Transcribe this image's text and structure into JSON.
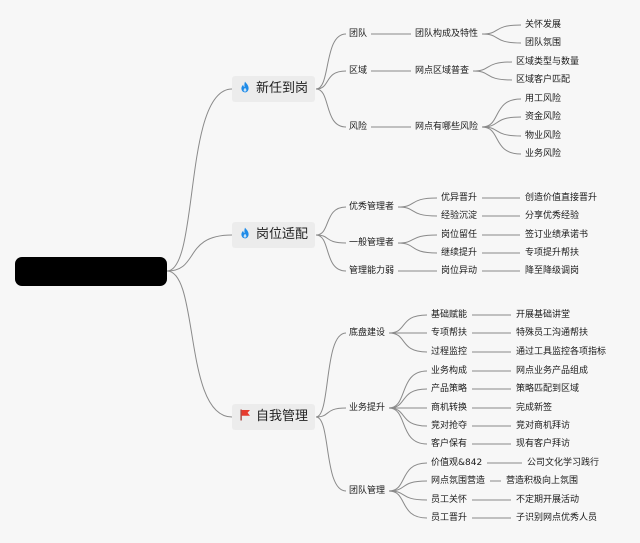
{
  "root": {
    "label": ""
  },
  "icons": {
    "fire_color": "#1e8be8",
    "flag_color": "#e63a2e"
  },
  "line_color": "#8a8a8a",
  "branches": [
    {
      "label": "新任到岗",
      "icon": "fire-icon",
      "children": [
        {
          "label": "团队",
          "children": [
            {
              "label": "团队构成及特性",
              "children": [
                {
                  "label": "关怀发展"
                },
                {
                  "label": "团队氛围"
                }
              ]
            }
          ]
        },
        {
          "label": "区域",
          "children": [
            {
              "label": "网点区域普查",
              "children": [
                {
                  "label": "区域类型与数量"
                },
                {
                  "label": "区域客户匹配"
                }
              ]
            }
          ]
        },
        {
          "label": "风险",
          "children": [
            {
              "label": "网点有哪些风险",
              "children": [
                {
                  "label": "用工风险"
                },
                {
                  "label": "资金风险"
                },
                {
                  "label": "物业风险"
                },
                {
                  "label": "业务风险"
                }
              ]
            }
          ]
        }
      ]
    },
    {
      "label": "岗位适配",
      "icon": "fire-icon",
      "children": [
        {
          "label": "优秀管理者",
          "children": [
            {
              "label": "优异晋升",
              "children": [
                {
                  "label": "创造价值直接晋升"
                }
              ]
            },
            {
              "label": "经验沉淀",
              "children": [
                {
                  "label": "分享优秀经验"
                }
              ]
            }
          ]
        },
        {
          "label": "一般管理者",
          "children": [
            {
              "label": "岗位留任",
              "children": [
                {
                  "label": "签订业绩承诺书"
                }
              ]
            },
            {
              "label": "继续提升",
              "children": [
                {
                  "label": "专项提升帮扶"
                }
              ]
            }
          ]
        },
        {
          "label": "管理能力弱",
          "children": [
            {
              "label": "岗位异动",
              "children": [
                {
                  "label": "降至降级调岗"
                }
              ]
            }
          ]
        }
      ]
    },
    {
      "label": "自我管理",
      "icon": "flag-icon",
      "children": [
        {
          "label": "底盘建设",
          "children": [
            {
              "label": "基础赋能",
              "children": [
                {
                  "label": "开展基础讲堂"
                }
              ]
            },
            {
              "label": "专项帮扶",
              "children": [
                {
                  "label": "特殊员工沟通帮扶"
                }
              ]
            },
            {
              "label": "过程监控",
              "children": [
                {
                  "label": "通过工具监控各项指标"
                }
              ]
            }
          ]
        },
        {
          "label": "业务提升",
          "children": [
            {
              "label": "业务构成",
              "children": [
                {
                  "label": "网点业务产品组成"
                }
              ]
            },
            {
              "label": "产品策略",
              "children": [
                {
                  "label": "策略匹配到区域"
                }
              ]
            },
            {
              "label": "商机转换",
              "children": [
                {
                  "label": "完成新签"
                }
              ]
            },
            {
              "label": "竞对抢夺",
              "children": [
                {
                  "label": "竞对商机拜访"
                }
              ]
            },
            {
              "label": "客户保有",
              "children": [
                {
                  "label": "现有客户拜访"
                }
              ]
            }
          ]
        },
        {
          "label": "团队管理",
          "children": [
            {
              "label": "价值观&842",
              "children": [
                {
                  "label": "公司文化学习践行"
                }
              ]
            },
            {
              "label": "网点氛围营造",
              "children": [
                {
                  "label": "营造积极向上氛围"
                }
              ]
            },
            {
              "label": "员工关怀",
              "children": [
                {
                  "label": "不定期开展活动"
                }
              ]
            },
            {
              "label": "员工晋升",
              "children": [
                {
                  "label": "子识别网点优秀人员"
                }
              ]
            }
          ]
        }
      ]
    }
  ]
}
